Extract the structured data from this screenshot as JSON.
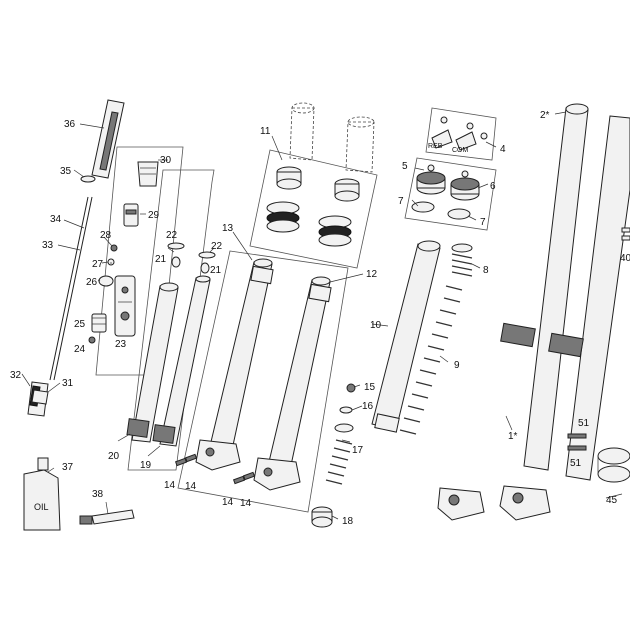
{
  "callouts": {
    "c1": "1*",
    "c2": "2*",
    "c4": "4",
    "c5": "5",
    "c6": "6",
    "c7a": "7",
    "c7b": "7",
    "c8": "8",
    "c9": "9",
    "c10": "10",
    "c11": "11",
    "c12": "12",
    "c13": "13",
    "c14a": "14",
    "c14b": "14",
    "c14c": "14",
    "c14d": "14",
    "c15": "15",
    "c16": "16",
    "c17": "17",
    "c18": "18",
    "c19": "19",
    "c20": "20",
    "c21a": "21",
    "c21b": "21",
    "c22a": "22",
    "c22b": "22",
    "c23": "23",
    "c24": "24",
    "c25": "25",
    "c26": "26",
    "c27": "27",
    "c28": "28",
    "c29": "29",
    "c30": "30",
    "c31": "31",
    "c32": "32",
    "c33": "33",
    "c34": "34",
    "c35": "35",
    "c36": "36",
    "c37": "37",
    "c38": "38",
    "c40": "40",
    "c45": "45",
    "c51a": "51",
    "c51b": "51"
  },
  "labels": {
    "reb": "REB",
    "com": "COM",
    "oil": "OIL"
  }
}
